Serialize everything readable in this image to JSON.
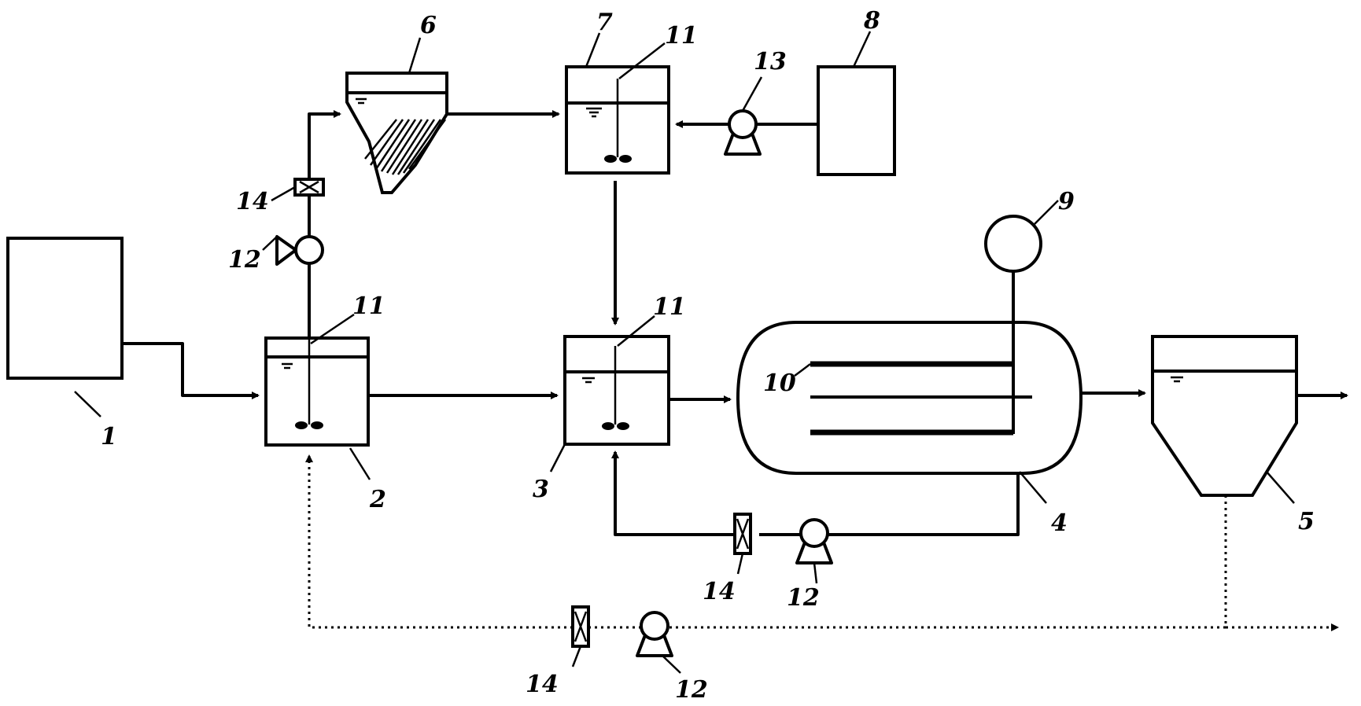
{
  "labels": {
    "n1": "1",
    "n2": "2",
    "n3": "3",
    "n4": "4",
    "n5": "5",
    "n6": "6",
    "n7": "7",
    "n8": "8",
    "n9": "9",
    "n10": "10",
    "n11_a": "11",
    "n11_b": "11",
    "n11_c": "11",
    "n12_a": "12",
    "n12_b": "12",
    "n12_c": "12",
    "n13": "13",
    "n14_a": "14",
    "n14_b": "14",
    "n14_c": "14"
  }
}
